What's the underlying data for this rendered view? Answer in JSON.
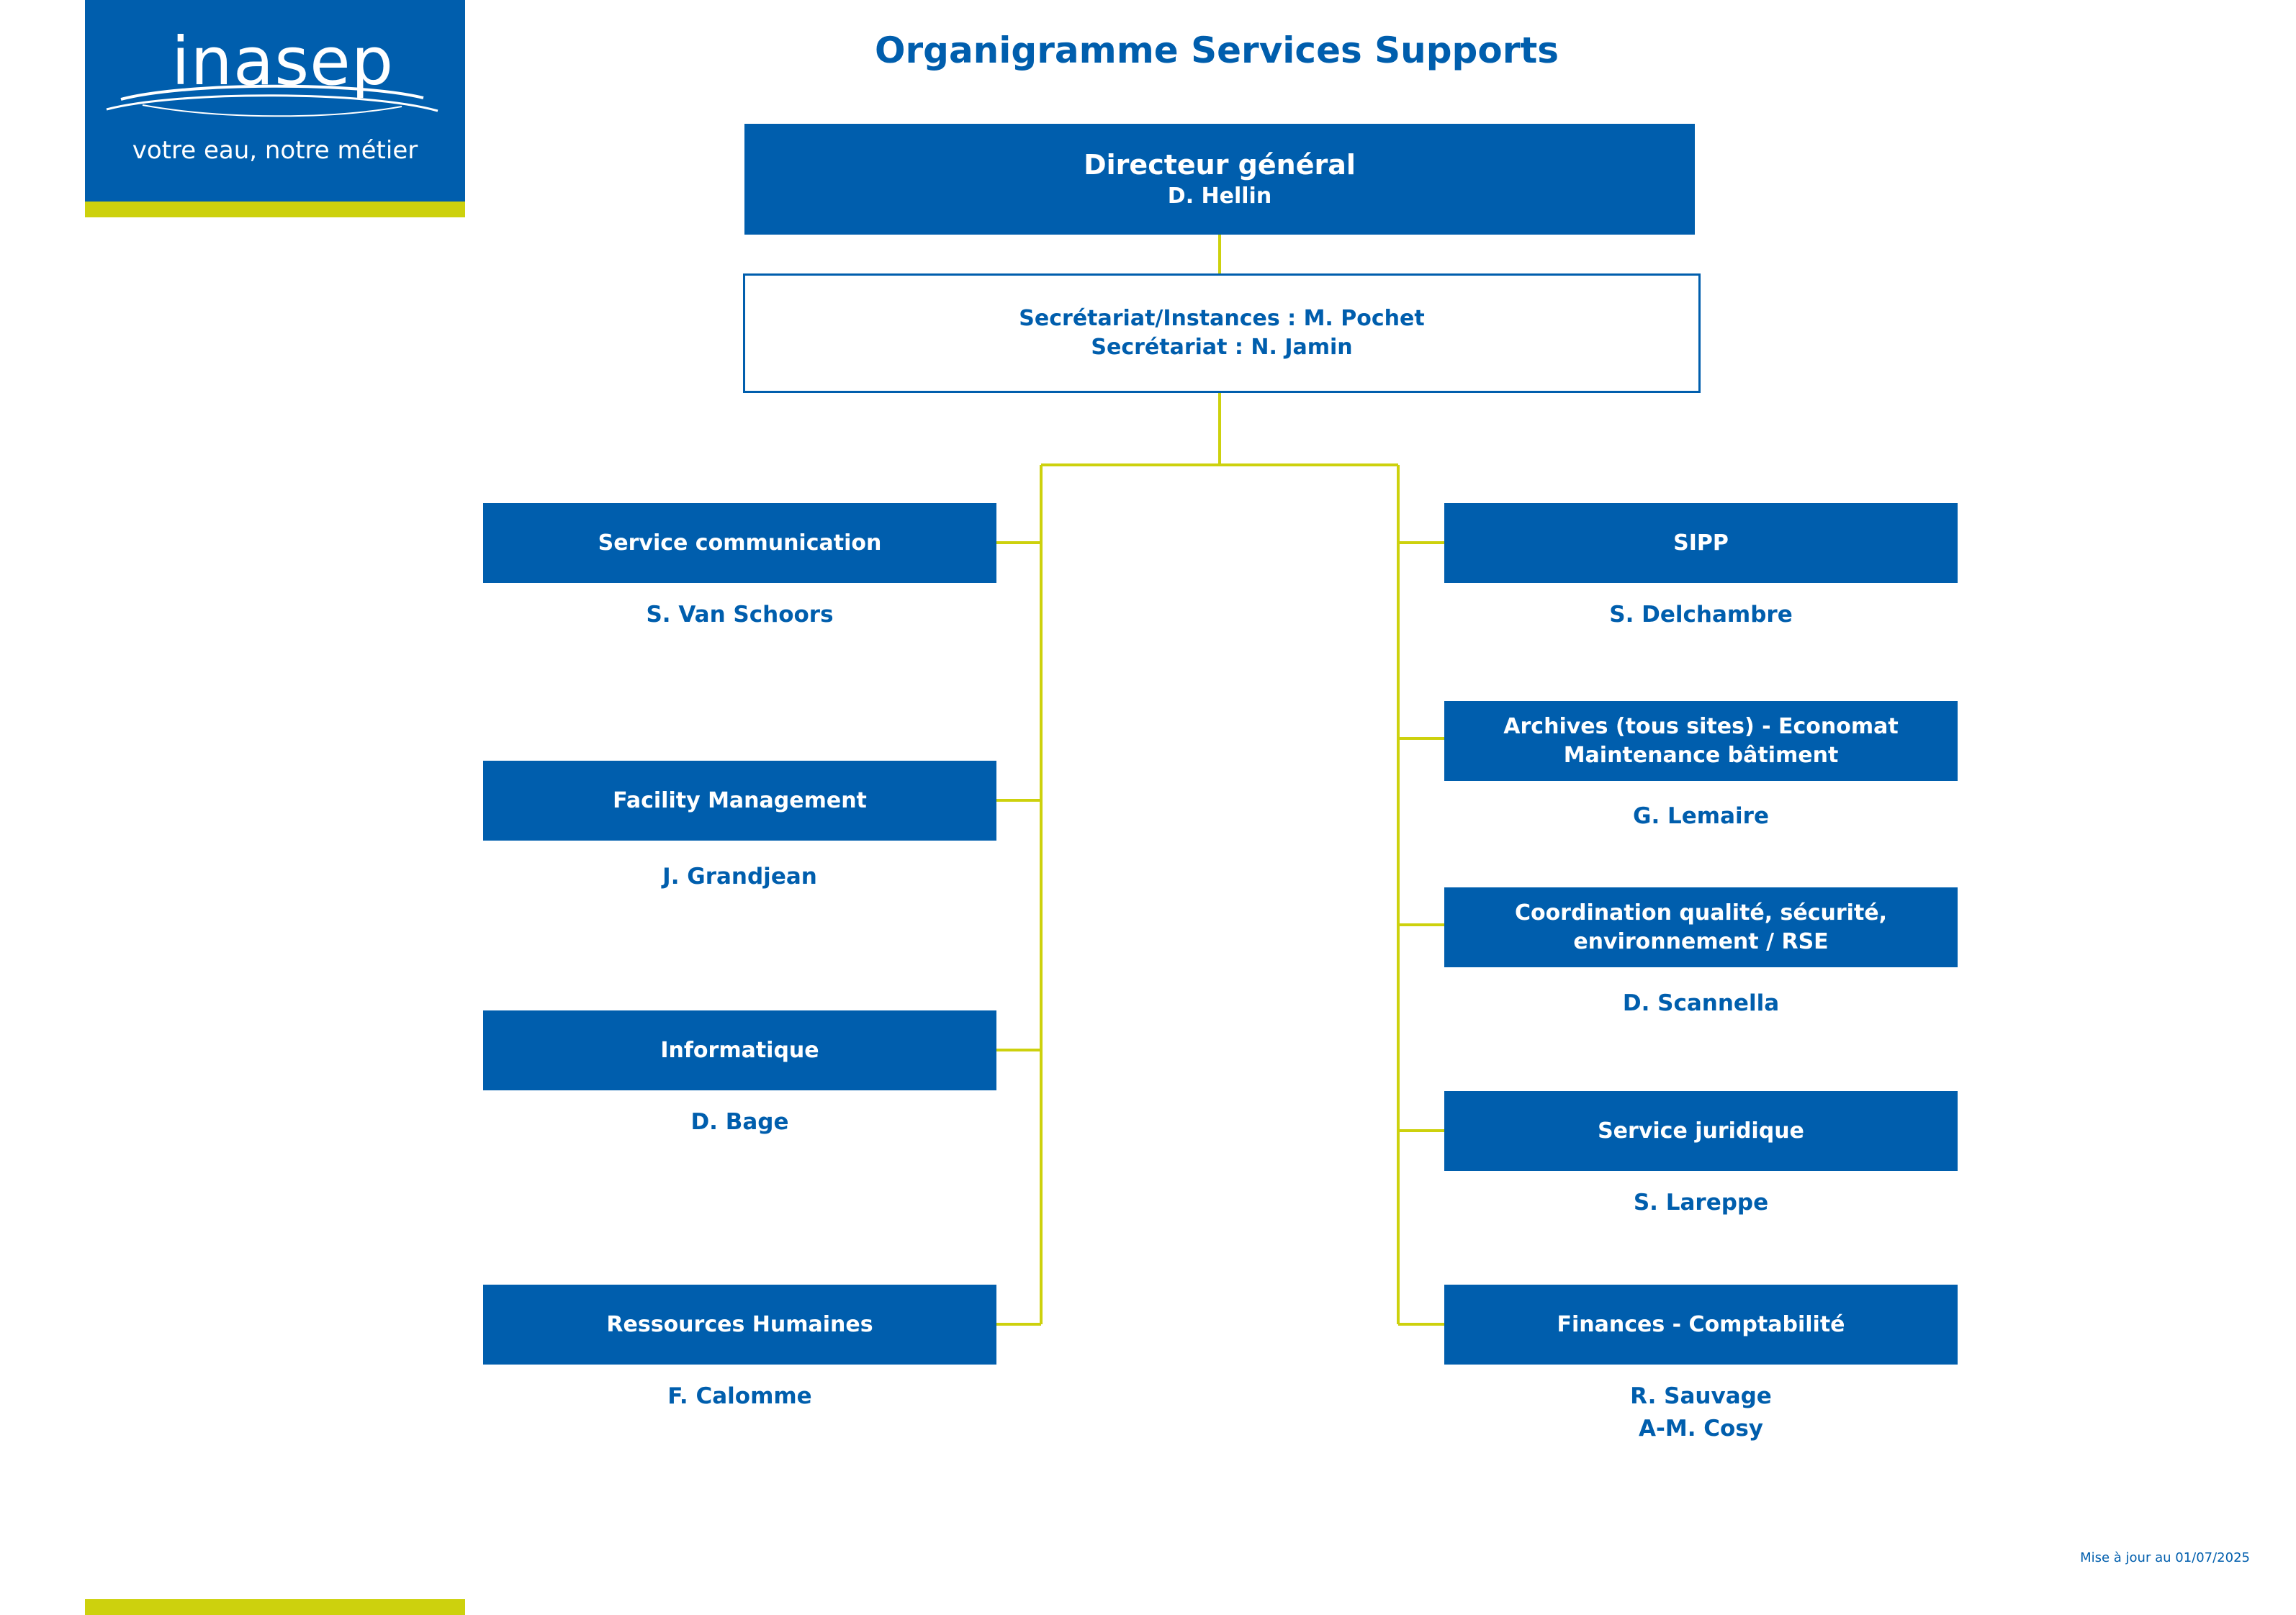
{
  "logo": {
    "brand": "inasep",
    "tagline": "votre eau, notre métier"
  },
  "title": "Organigramme Services Supports",
  "director": {
    "title": "Directeur général",
    "name": "D. Hellin"
  },
  "secretariat": {
    "line1": "Secrétariat/Instances : M. Pochet",
    "line2": "Secrétariat : N. Jamin"
  },
  "left_services": [
    {
      "label_lines": [
        "Service communication"
      ],
      "names": [
        "S. Van Schoors"
      ]
    },
    {
      "label_lines": [
        "Facility Management"
      ],
      "names": [
        "J. Grandjean"
      ]
    },
    {
      "label_lines": [
        "Informatique"
      ],
      "names": [
        "D. Bage"
      ]
    },
    {
      "label_lines": [
        "Ressources Humaines"
      ],
      "names": [
        "F. Calomme"
      ]
    }
  ],
  "right_services": [
    {
      "label_lines": [
        "SIPP"
      ],
      "names": [
        "S. Delchambre"
      ]
    },
    {
      "label_lines": [
        "Archives (tous sites) - Economat",
        "Maintenance bâtiment"
      ],
      "names": [
        "G. Lemaire"
      ]
    },
    {
      "label_lines": [
        "Coordination qualité, sécurité,",
        "environnement / RSE"
      ],
      "names": [
        "D. Scannella"
      ]
    },
    {
      "label_lines": [
        "Service juridique"
      ],
      "names": [
        "S. Lareppe"
      ]
    },
    {
      "label_lines": [
        "Finances - Comptabilité"
      ],
      "names": [
        "R. Sauvage",
        "A-M. Cosy"
      ]
    }
  ],
  "footnote": "Mise à jour au 01/07/2025",
  "colors": {
    "brand_blue": "#005ead",
    "accent_green": "#cdd10d",
    "connector": "#cdd10d"
  }
}
